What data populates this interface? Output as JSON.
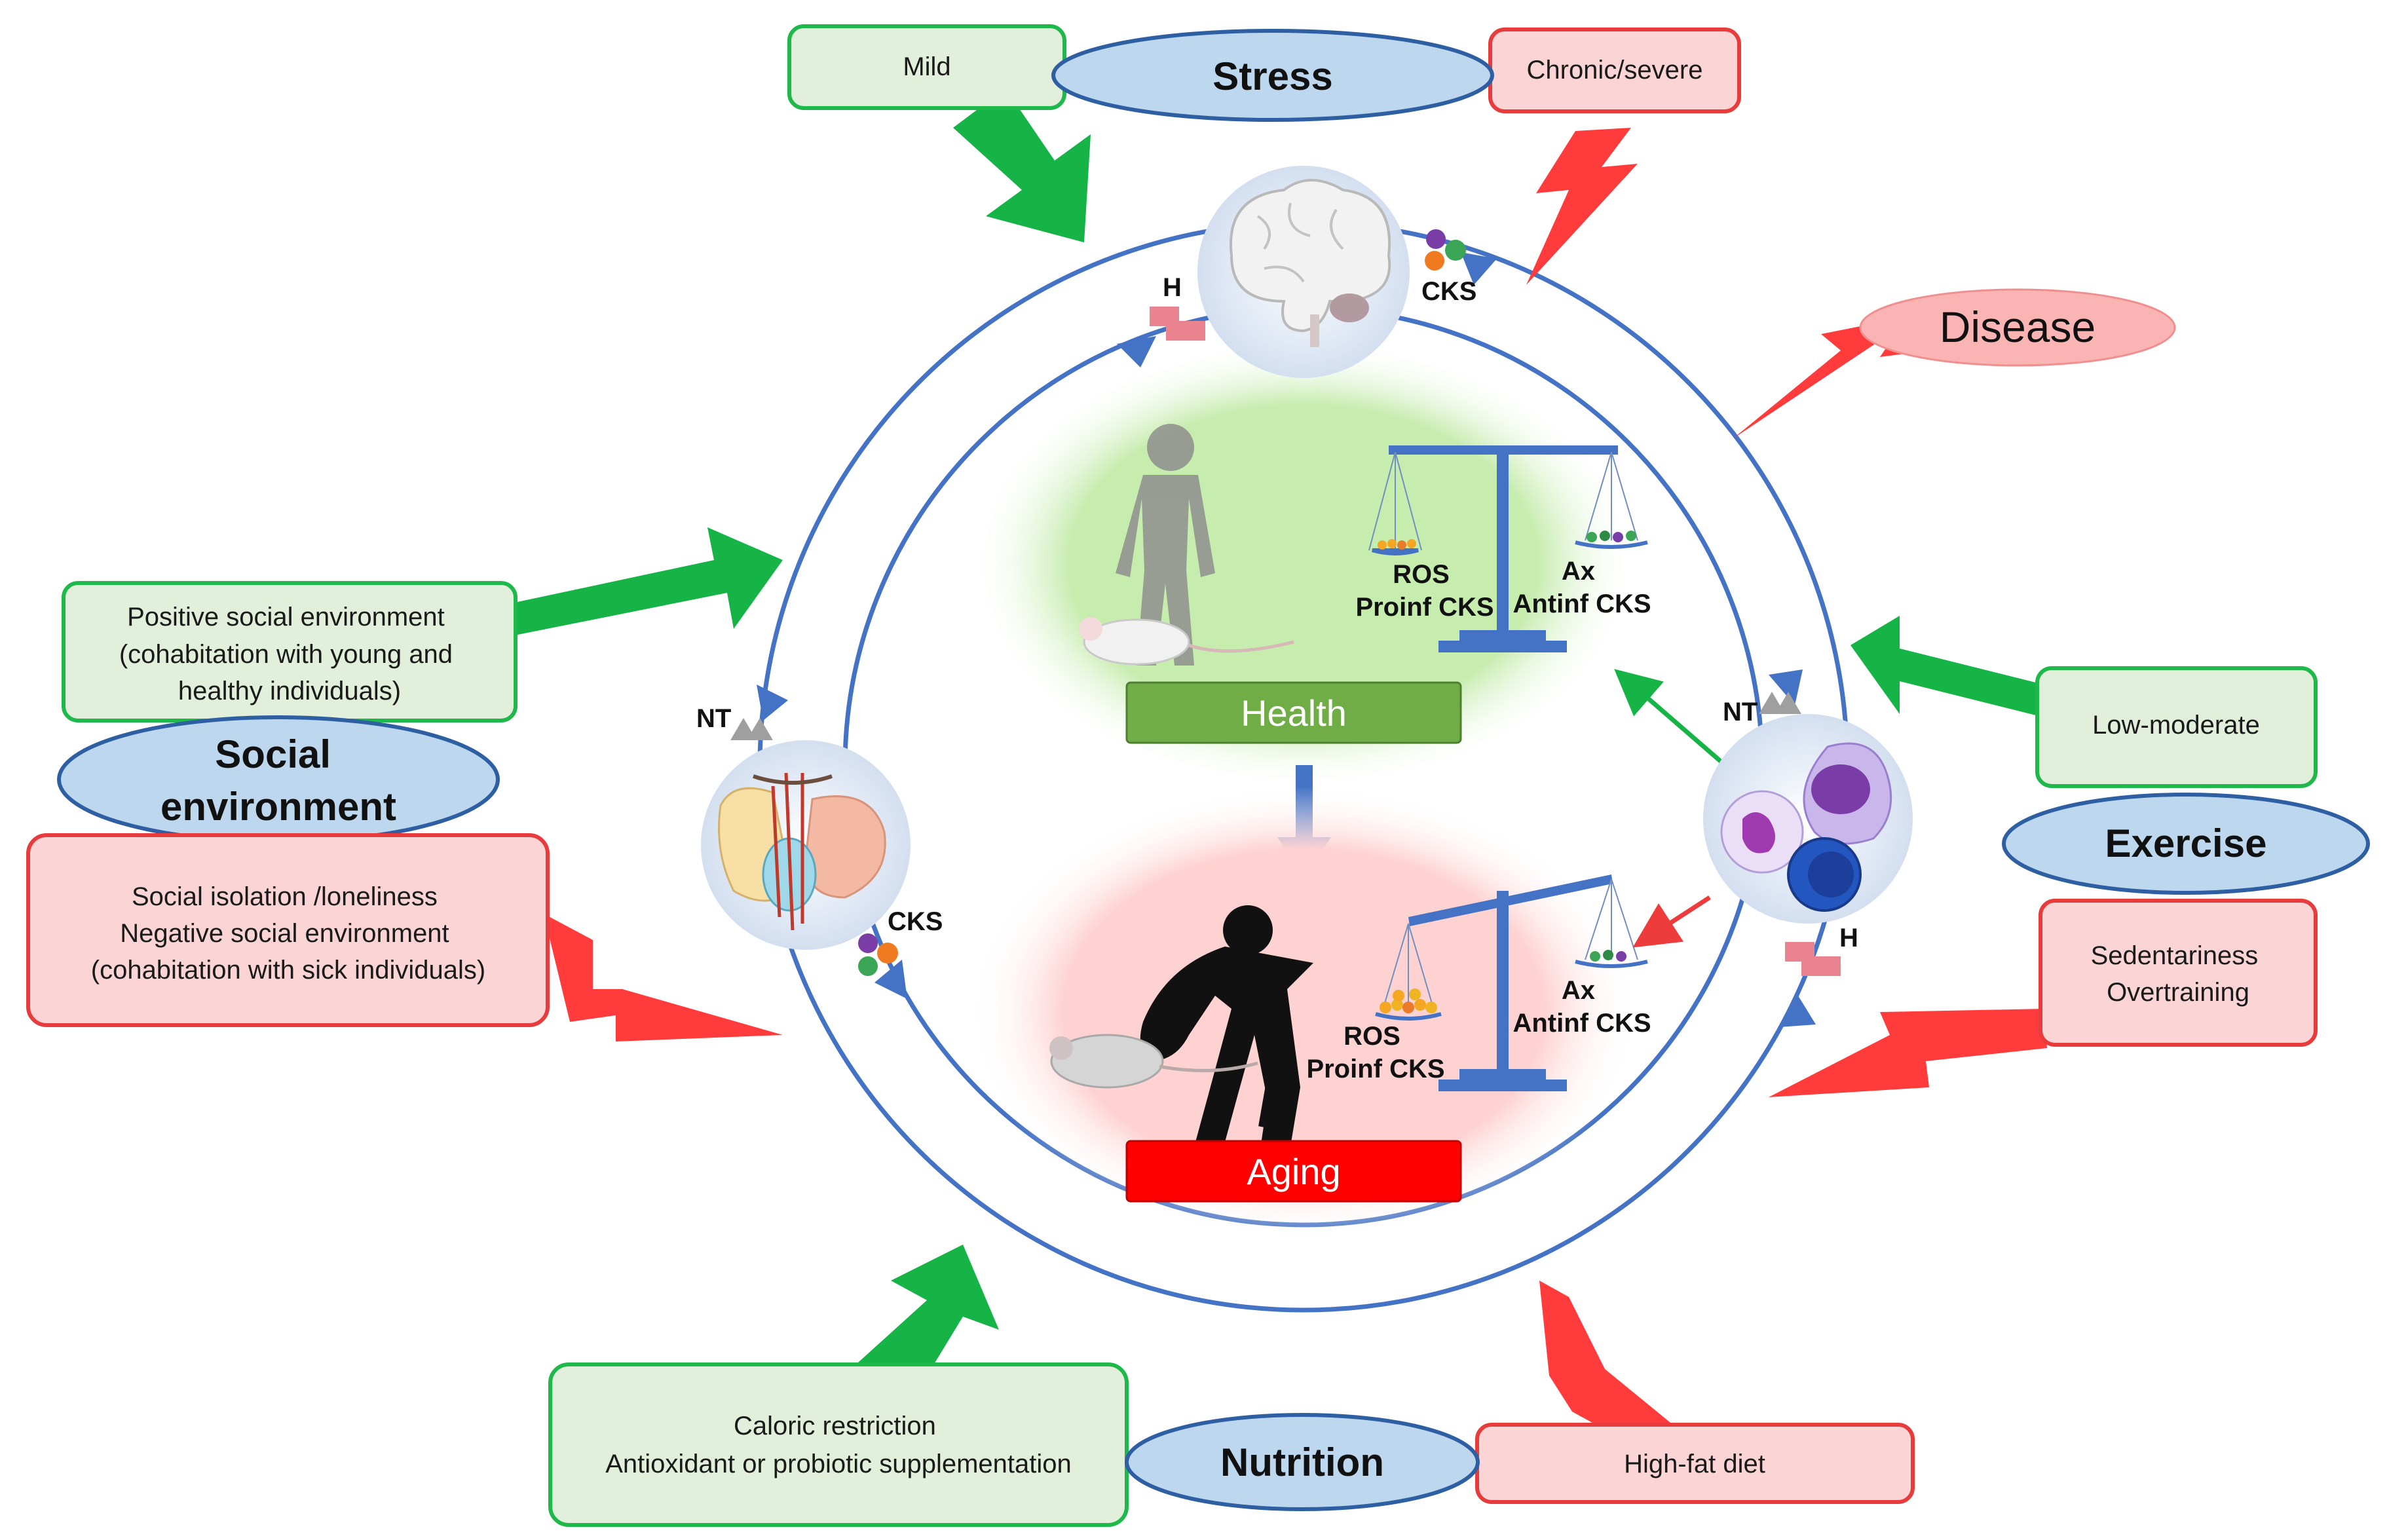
{
  "stress": {
    "title": "Stress",
    "positive": [
      "Mild"
    ],
    "negative": [
      "Chronic/severe"
    ]
  },
  "disease": {
    "title": "Disease"
  },
  "social": {
    "title_lines": [
      "Social",
      "environment"
    ],
    "positive": [
      "Positive social environment",
      "(cohabitation with young and",
      "healthy individuals)"
    ],
    "negative": [
      "Social isolation /loneliness",
      "Negative social environment",
      "(cohabitation with sick individuals)"
    ]
  },
  "exercise": {
    "title": "Exercise",
    "positive": [
      "Low-moderate"
    ],
    "negative": [
      "Sedentariness",
      "Overtraining"
    ]
  },
  "nutrition": {
    "title": "Nutrition",
    "positive": [
      "Caloric restriction",
      "Antioxidant or probiotic supplementation"
    ],
    "negative": [
      "High-fat diet"
    ]
  },
  "center": {
    "health_label": "Health",
    "aging_label": "Aging",
    "health_scale": {
      "left": [
        "ROS",
        "Proinf CKS"
      ],
      "right": [
        "Ax",
        "Antinf CKS"
      ]
    },
    "aging_scale": {
      "left": [
        "ROS",
        "Proinf CKS"
      ],
      "right": [
        "Ax",
        "Antinf CKS"
      ]
    }
  },
  "markers": {
    "brain_h": "H",
    "brain_cks": "CKS",
    "endocrine_nt": "NT",
    "endocrine_cks": "CKS",
    "immune_nt": "NT",
    "immune_h": "H"
  },
  "colors": {
    "positive_fill": "#e2efda",
    "positive_border": "#1fb84a",
    "negative_fill": "#fbd5d5",
    "negative_border": "#e83c3c",
    "ellipse_fill": "#bdd7ee",
    "ellipse_border": "#2e5fa3",
    "ring": "#4472c4",
    "green_arrow": "#16b446",
    "red_bolt": "#ff3b3b",
    "health_bar": "#70ad47",
    "aging_bar": "#ff0000"
  }
}
